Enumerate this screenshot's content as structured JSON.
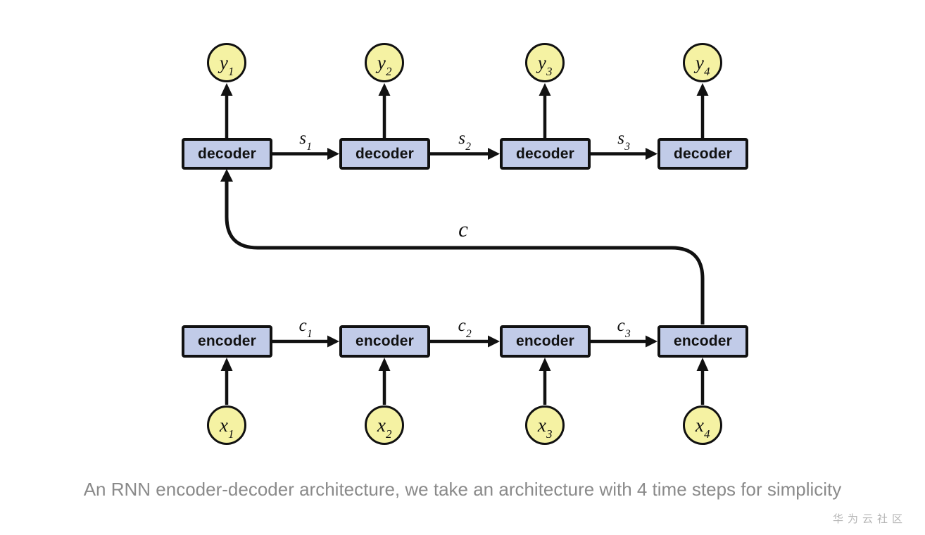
{
  "colors": {
    "box_fill": "#c1cbe8",
    "box_border": "#111111",
    "circle_fill": "#f5f2a3",
    "circle_border": "#111111",
    "stroke": "#111111",
    "box_text": "#111111",
    "label_text": "#111111",
    "caption_text": "#8a8a8a",
    "watermark_text": "#b5b5b5",
    "background": "#ffffff"
  },
  "diagram": {
    "decoders": [
      {
        "label": "decoder"
      },
      {
        "label": "decoder"
      },
      {
        "label": "decoder"
      },
      {
        "label": "decoder"
      }
    ],
    "encoders": [
      {
        "label": "encoder"
      },
      {
        "label": "encoder"
      },
      {
        "label": "encoder"
      },
      {
        "label": "encoder"
      }
    ],
    "outputs": [
      {
        "base": "y",
        "sub": "1"
      },
      {
        "base": "y",
        "sub": "2"
      },
      {
        "base": "y",
        "sub": "3"
      },
      {
        "base": "y",
        "sub": "4"
      }
    ],
    "inputs": [
      {
        "base": "x",
        "sub": "1"
      },
      {
        "base": "x",
        "sub": "2"
      },
      {
        "base": "x",
        "sub": "3"
      },
      {
        "base": "x",
        "sub": "4"
      }
    ],
    "decoder_states": [
      {
        "base": "s",
        "sub": "1"
      },
      {
        "base": "s",
        "sub": "2"
      },
      {
        "base": "s",
        "sub": "3"
      }
    ],
    "encoder_states": [
      {
        "base": "c",
        "sub": "1"
      },
      {
        "base": "c",
        "sub": "2"
      },
      {
        "base": "c",
        "sub": "3"
      }
    ],
    "context_label": "c"
  },
  "caption": {
    "text": "An RNN encoder-decoder architecture, we take an architecture with 4 time steps for simplicity"
  },
  "watermark": {
    "text": "华为云社区"
  }
}
